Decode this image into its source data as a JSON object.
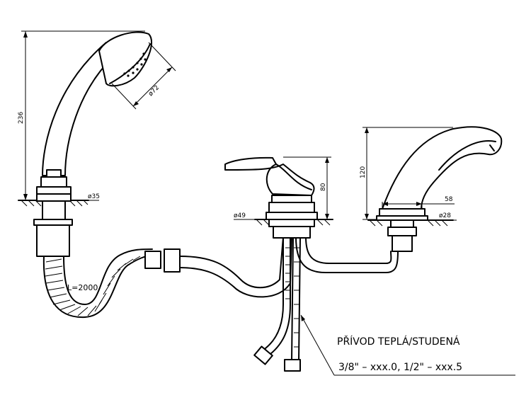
{
  "dimensions": {
    "handshower_height": "236",
    "head_diameter": "ø72",
    "hs_base_diameter": "ø35",
    "hose_length": "L=2000",
    "mixer_height": "80",
    "mixer_base_diameter": "ø49",
    "spout_height": "120",
    "spout_reach": "58",
    "spout_base_diameter": "ø28"
  },
  "notes": {
    "supply_title": "PŘÍVOD TEPLÁ/STUDENÁ",
    "supply_sizes": "3/8\" – xxx.0, 1/2\" – xxx.5"
  }
}
